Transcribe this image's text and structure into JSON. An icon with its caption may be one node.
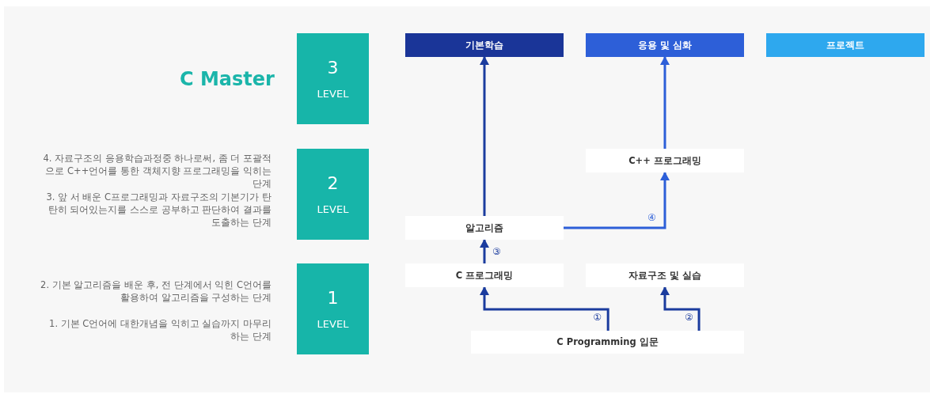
{
  "diagram": {
    "title": "C Master",
    "nodes": [
      {
        "text": [
          "기본학습"
        ]
      },
      {
        "text": [
          "응용 및 심화"
        ]
      },
      {
        "text": [
          "프로젝트"
        ]
      },
      {
        "text": [
          "C++ 프로그래밍"
        ]
      },
      {
        "text": [
          "알고리즘"
        ]
      },
      {
        "text": [
          "C 프로그래밍"
        ]
      },
      {
        "text": [
          "자료구조 및 실습"
        ]
      },
      {
        "text": [
          "C Programming 입문"
        ]
      },
      {
        "text": [
          "3",
          "LEVEL"
        ]
      },
      {
        "text": [
          "2",
          "LEVEL"
        ]
      },
      {
        "text": [
          "1",
          "LEVEL"
        ]
      }
    ],
    "edges": [
      {
        "from": 7,
        "to": 5,
        "arrow": "to",
        "label": "①"
      },
      {
        "from": 7,
        "to": 6,
        "arrow": "to",
        "label": "②"
      },
      {
        "from": 5,
        "to": 4,
        "arrow": "to",
        "label": "③"
      },
      {
        "from": 4,
        "to": 3,
        "arrow": "to",
        "label": "④",
        "color": "#2d5fd8"
      },
      {
        "from": 4,
        "to": 0,
        "arrow": "to"
      },
      {
        "from": 3,
        "to": 1,
        "arrow": "to",
        "color": "#2d5fd8"
      }
    ],
    "labels": [
      "4. 자료구조의 응용학습과정중 하나로써, 좀 더 포괄적으로 C++언어를 통한 객체지향 프로그래밍을 익히는단계",
      "3. 앞 서 배운 C프로그래밍과 자료구조의 기본기가 탄탄히 되어있는지를 스스로 공부하고 판단하여 결과를 도출하는 단계",
      "2. 기본 알고리즘을 배운 후, 전 단계에서 익힌 C언어를 활용하여 알고리즘을 구성하는 단계",
      "1. 기본 C언어에 대한개념을 익히고 실습까지 마무리 하는 단계"
    ]
  }
}
